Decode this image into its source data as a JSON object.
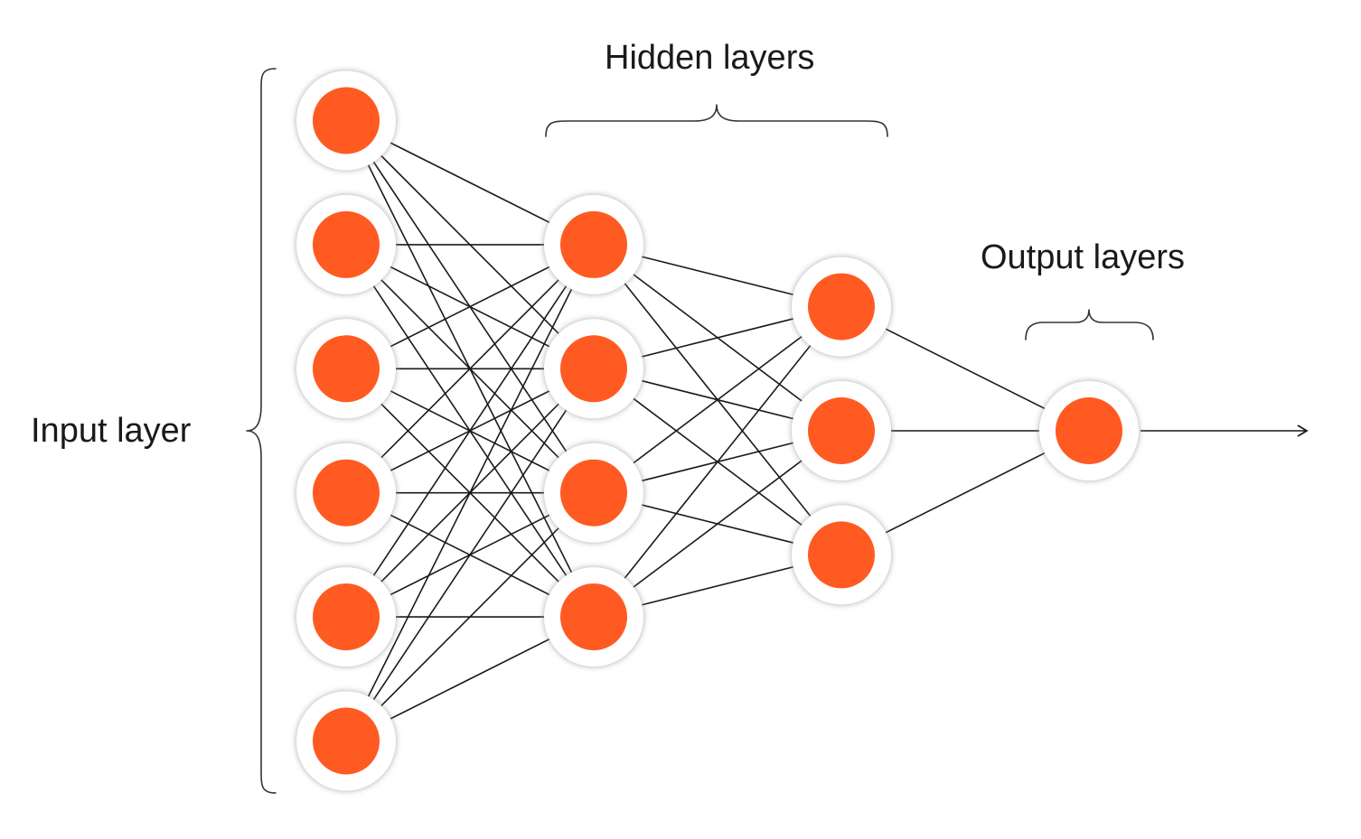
{
  "labels": {
    "input": "Input layer",
    "hidden": "Hidden layers",
    "output": "Output layers"
  },
  "network": {
    "layers": [
      {
        "name": "input",
        "neurons": 6
      },
      {
        "name": "hidden-1",
        "neurons": 4
      },
      {
        "name": "hidden-2",
        "neurons": 3
      },
      {
        "name": "output",
        "neurons": 1
      }
    ],
    "fully_connected": true,
    "output_arrow": true
  },
  "colors": {
    "node_fill": "#ff5a22",
    "node_halo": "#ffffff",
    "node_shadow": "#c8c8c8",
    "edge": "#1a1a1a",
    "background": "#ffffff"
  }
}
